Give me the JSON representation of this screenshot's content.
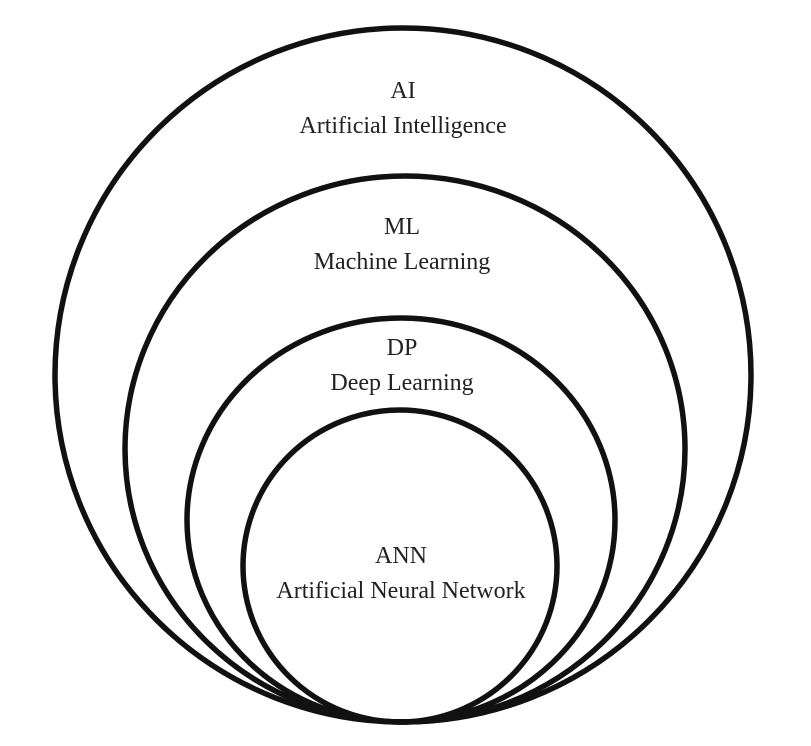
{
  "diagram": {
    "title": "Nested AI concept diagram",
    "circles": [
      {
        "abbr": "AI",
        "name": "Artificial Intelligence"
      },
      {
        "abbr": "ML",
        "name": "Machine Learning"
      },
      {
        "abbr": "DP",
        "name": "Deep Learning"
      },
      {
        "abbr": "ANN",
        "name": "Artificial Neural Network"
      }
    ],
    "stroke_color": "#111111",
    "text_color": "#222222"
  }
}
